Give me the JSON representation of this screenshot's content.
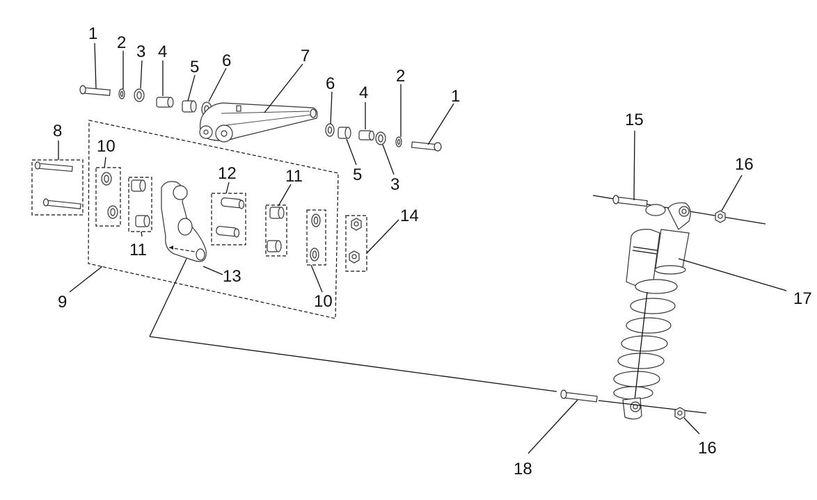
{
  "diagram": {
    "type": "exploded-parts-diagram",
    "subject": "rear suspension linkage and shock absorber",
    "callouts": [
      {
        "id": "c1a",
        "text": "1"
      },
      {
        "id": "c2a",
        "text": "2"
      },
      {
        "id": "c3a",
        "text": "3"
      },
      {
        "id": "c4a",
        "text": "4"
      },
      {
        "id": "c5a",
        "text": "5"
      },
      {
        "id": "c6a",
        "text": "6"
      },
      {
        "id": "c7",
        "text": "7"
      },
      {
        "id": "c6b",
        "text": "6"
      },
      {
        "id": "c4b",
        "text": "4"
      },
      {
        "id": "c2b",
        "text": "2"
      },
      {
        "id": "c1b",
        "text": "1"
      },
      {
        "id": "c5b",
        "text": "5"
      },
      {
        "id": "c3b",
        "text": "3"
      },
      {
        "id": "c8",
        "text": "8"
      },
      {
        "id": "c10a",
        "text": "10"
      },
      {
        "id": "c12",
        "text": "12"
      },
      {
        "id": "c11b",
        "text": "11"
      },
      {
        "id": "c14",
        "text": "14"
      },
      {
        "id": "c11a",
        "text": "11"
      },
      {
        "id": "c13",
        "text": "13"
      },
      {
        "id": "c9",
        "text": "9"
      },
      {
        "id": "c10b",
        "text": "10"
      },
      {
        "id": "c15",
        "text": "15"
      },
      {
        "id": "c16a",
        "text": "16"
      },
      {
        "id": "c17",
        "text": "17"
      },
      {
        "id": "c18",
        "text": "18"
      },
      {
        "id": "c16b",
        "text": "16"
      }
    ]
  }
}
